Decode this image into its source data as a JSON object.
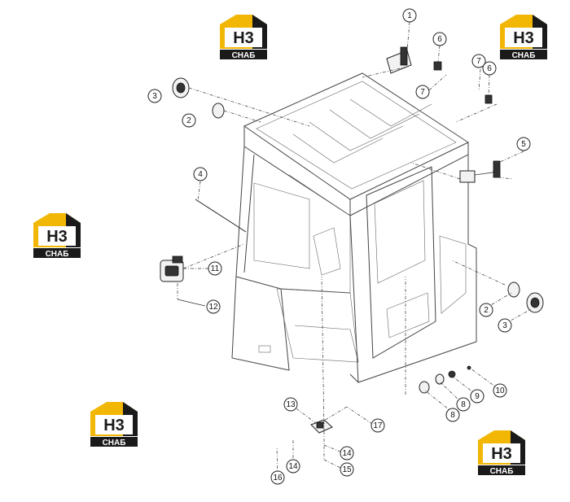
{
  "logos": [
    {
      "mark": "H3",
      "caption": "СНАБ"
    },
    {
      "mark": "H3",
      "caption": "СНАБ"
    },
    {
      "mark": "H3",
      "caption": "СНАБ"
    },
    {
      "mark": "H3",
      "caption": "СНАБ"
    },
    {
      "mark": "H3",
      "caption": "СНАБ"
    }
  ],
  "callouts": [
    "1",
    "2",
    "3",
    "4",
    "5",
    "6",
    "7",
    "7",
    "6",
    "2",
    "3",
    "11",
    "12",
    "10",
    "9",
    "8",
    "8",
    "13",
    "17",
    "14",
    "14",
    "15",
    "16"
  ],
  "colors": {
    "logo_yellow": "#f2b705",
    "logo_dark": "#1a1a1a",
    "line": "#333333"
  }
}
